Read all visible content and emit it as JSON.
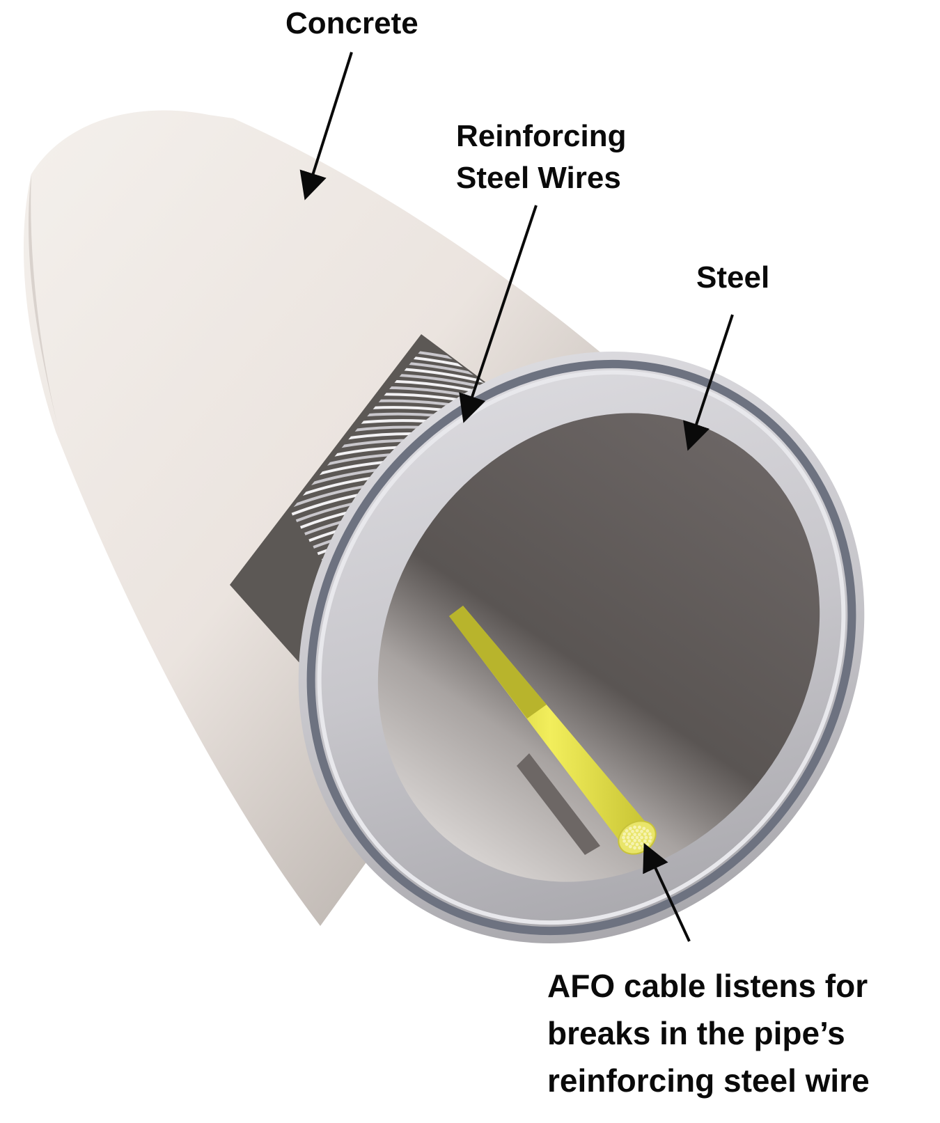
{
  "labels": {
    "concrete": "Concrete",
    "reinforcing_line1": "Reinforcing",
    "reinforcing_line2": "Steel Wires",
    "steel": "Steel",
    "afo_line1": "AFO cable listens for",
    "afo_line2": "breaks in the pipe’s",
    "afo_line3": "reinforcing steel wire"
  },
  "colors": {
    "background": "#ffffff",
    "concrete": "#e9e2dd",
    "steel": "#b9b8bd",
    "interior": "#6f6a68",
    "cable": "#e4e04a",
    "text": "#0a0a0a"
  }
}
